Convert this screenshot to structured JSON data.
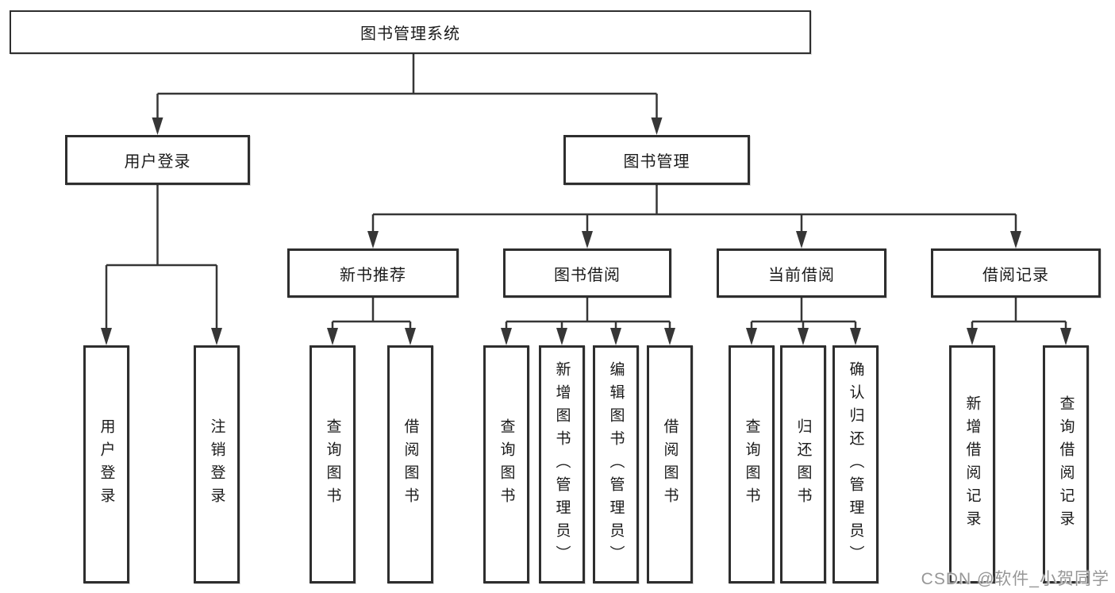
{
  "diagram_type": "hierarchy-tree",
  "tree": {
    "root": "图书管理系统",
    "children": [
      {
        "label": "用户登录",
        "children": [
          {
            "label": "用户登录"
          },
          {
            "label": "注销登录"
          }
        ]
      },
      {
        "label": "图书管理",
        "children": [
          {
            "label": "新书推荐",
            "children": [
              {
                "label": "查询图书"
              },
              {
                "label": "借阅图书"
              }
            ]
          },
          {
            "label": "图书借阅",
            "children": [
              {
                "label": "查询图书"
              },
              {
                "label": "新增图书（管理员）"
              },
              {
                "label": "编辑图书（管理员）"
              },
              {
                "label": "借阅图书"
              }
            ]
          },
          {
            "label": "当前借阅",
            "children": [
              {
                "label": "查询图书"
              },
              {
                "label": "归还图书"
              },
              {
                "label": "确认归还（管理员）"
              }
            ]
          },
          {
            "label": "借阅记录",
            "children": [
              {
                "label": "新增借阅记录"
              },
              {
                "label": "查询借阅记录"
              }
            ]
          }
        ]
      }
    ]
  },
  "watermark": "CSDN @软件_小贺同学",
  "colors": {
    "background": "#ffffff",
    "line": "#363636",
    "box_border": "#2e2e2e",
    "text": "#1a1a1a",
    "watermark": "#979797"
  }
}
